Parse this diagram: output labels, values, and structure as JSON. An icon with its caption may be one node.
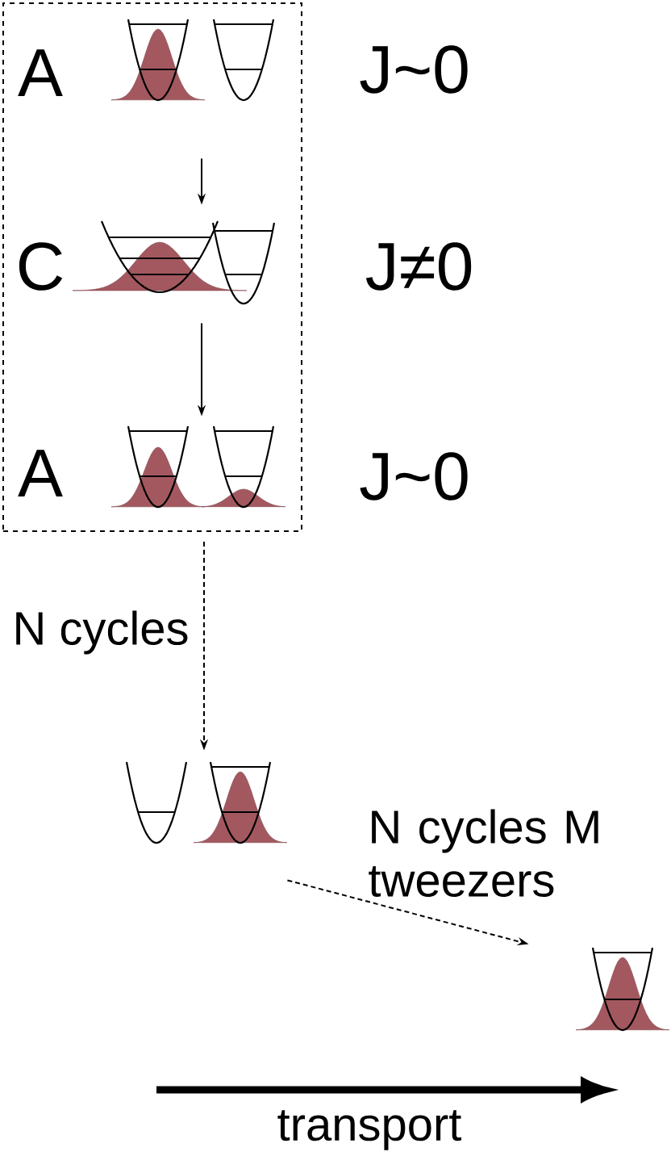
{
  "diagram": {
    "nodes": [
      {
        "text": [],
        "shape": "box"
      },
      {
        "text": [],
        "shape": "picture",
        "in": 0
      },
      {
        "text": [],
        "shape": "picture",
        "in": 0
      },
      {
        "text": [],
        "shape": "picture",
        "in": 0
      },
      {
        "text": [],
        "shape": "picture"
      },
      {
        "text": [],
        "shape": "picture"
      }
    ],
    "edges": [
      {
        "from": 1,
        "to": 2,
        "arrow": "to"
      },
      {
        "from": 2,
        "to": 3,
        "arrow": "to"
      },
      {
        "from": 0,
        "to": 4,
        "arrow": "to",
        "style": "dashed",
        "label": "N cycles"
      },
      {
        "from": 4,
        "to": 5,
        "arrow": "to",
        "style": "dashed",
        "label": "N cycles M tweezers"
      }
    ],
    "labels": [
      "A",
      "J~0",
      "C",
      "J≠0",
      "A",
      "J~0",
      "transport"
    ]
  }
}
